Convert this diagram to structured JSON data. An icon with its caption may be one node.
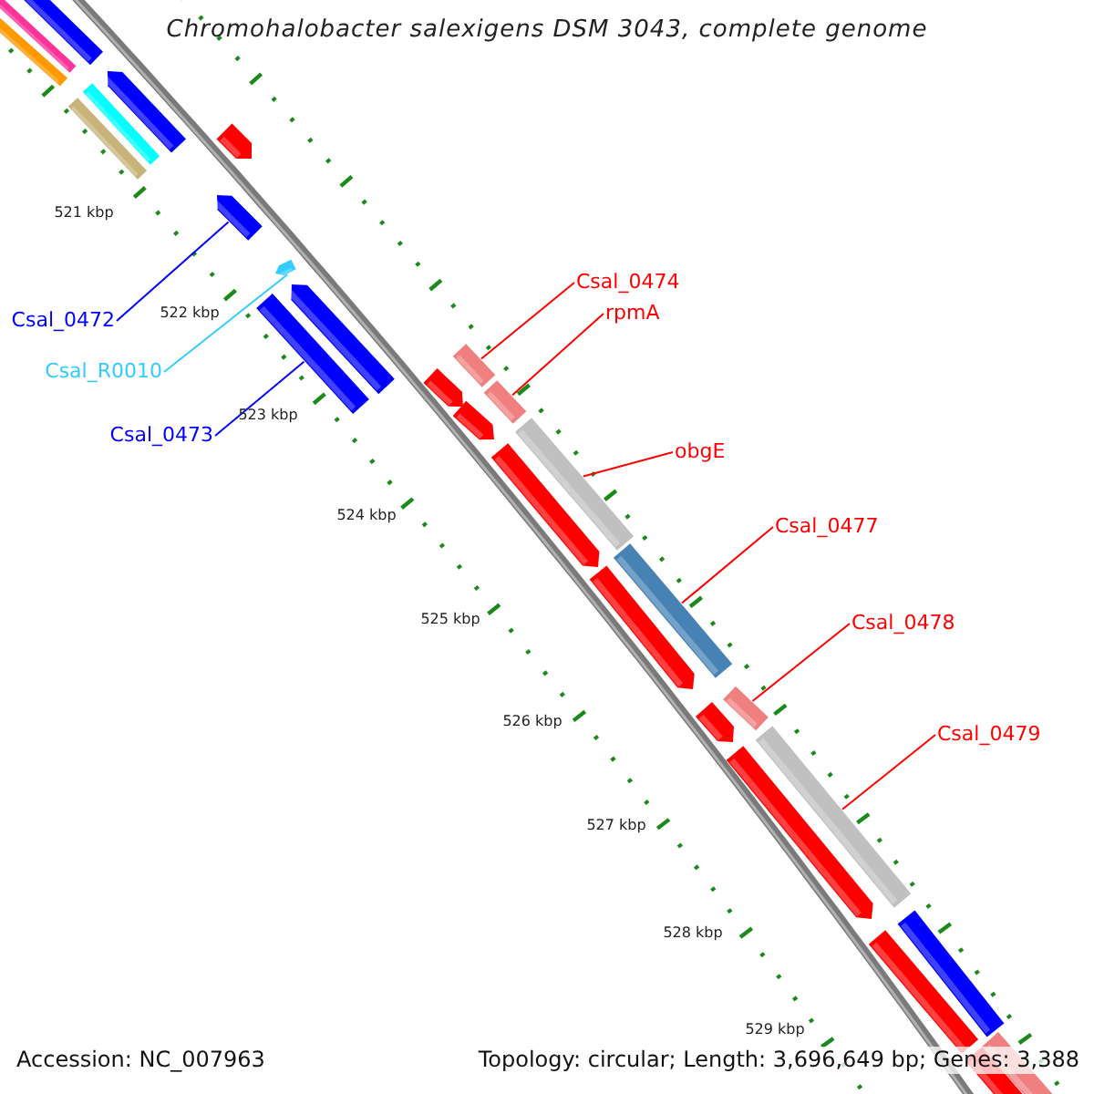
{
  "diagram": {
    "title": "Chromohalobacter salexigens DSM 3043, complete genome",
    "nodes": [
      {
        "text": [
          "Csal_0474"
        ]
      },
      {
        "text": [
          "rpmA"
        ]
      },
      {
        "text": [
          "Csal_0472"
        ]
      },
      {
        "text": [
          "Csal_R0010"
        ]
      },
      {
        "text": [
          "Csal_0473"
        ]
      },
      {
        "text": [
          "obgE"
        ]
      },
      {
        "text": [
          "Csal_0477"
        ]
      },
      {
        "text": [
          "Csal_0478"
        ]
      },
      {
        "text": [
          "Csal_0479"
        ]
      },
      {
        "text": [],
        "shape": "bar"
      },
      {
        "text": [],
        "shape": "bar"
      },
      {
        "text": [],
        "shape": "bar"
      },
      {
        "text": [],
        "shape": "bar"
      },
      {
        "text": [],
        "shape": "bar"
      },
      {
        "text": [],
        "shape": "bar"
      },
      {
        "text": [],
        "shape": "bar"
      },
      {
        "text": [],
        "shape": "bar"
      },
      {
        "text": [],
        "shape": "bar"
      },
      {
        "text": [],
        "shape": "bar"
      }
    ],
    "edges": [
      {
        "from": 0,
        "to": 9,
        "arrow": "none"
      },
      {
        "from": 1,
        "to": 10,
        "arrow": "none"
      },
      {
        "from": 2,
        "to": 11,
        "arrow": "none",
        "color": "#0000ff"
      },
      {
        "from": 3,
        "to": 12,
        "arrow": "none",
        "color": "#33ccff"
      },
      {
        "from": 4,
        "to": 13,
        "arrow": "none",
        "color": "#0000ff"
      },
      {
        "from": 5,
        "to": 14,
        "arrow": "none"
      },
      {
        "from": 6,
        "to": 15,
        "arrow": "none"
      },
      {
        "from": 7,
        "to": 16,
        "arrow": "none"
      },
      {
        "from": 8,
        "to": 17,
        "arrow": "none"
      }
    ],
    "labels": [
      "521 kbp",
      "522 kbp",
      "523 kbp",
      "524 kbp",
      "525 kbp",
      "526 kbp",
      "527 kbp",
      "528 kbp",
      "529 kbp",
      "Accession: NC_007963",
      "Topology: circular; Length: 3,696,649 bp; Genes: 3,388"
    ]
  }
}
